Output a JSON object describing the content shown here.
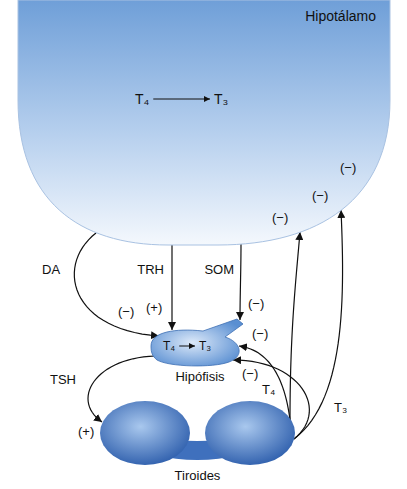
{
  "diagram": {
    "nodes": [
      {
        "text": [
          "Hipotálamo",
          "T₄",
          "T₃"
        ]
      },
      {
        "text": [
          "T₄",
          "T₃",
          "Hipófisis"
        ]
      },
      {
        "text": [
          "Tiroides"
        ]
      }
    ],
    "edges": [
      {
        "from": 0,
        "to": 1,
        "arrow": "to",
        "label": "DA"
      },
      {
        "from": 0,
        "to": 1,
        "arrow": "to",
        "label": "TRH"
      },
      {
        "from": 0,
        "to": 1,
        "arrow": "to",
        "label": "SOM"
      },
      {
        "from": 1,
        "to": 2,
        "arrow": "to",
        "label": "TSH"
      },
      {
        "from": 2,
        "to": 1,
        "arrow": "to",
        "label": "T₄"
      },
      {
        "from": 2,
        "to": 0,
        "arrow": "to"
      },
      {
        "from": 2,
        "to": 1,
        "arrow": "to",
        "label": "T₃"
      },
      {
        "from": 2,
        "to": 0,
        "arrow": "to"
      }
    ],
    "labels": [
      "(−)",
      "(−)",
      "(−)",
      "(+)",
      "(−)",
      "(−)",
      "(−)",
      "(−)",
      "(+)"
    ]
  }
}
